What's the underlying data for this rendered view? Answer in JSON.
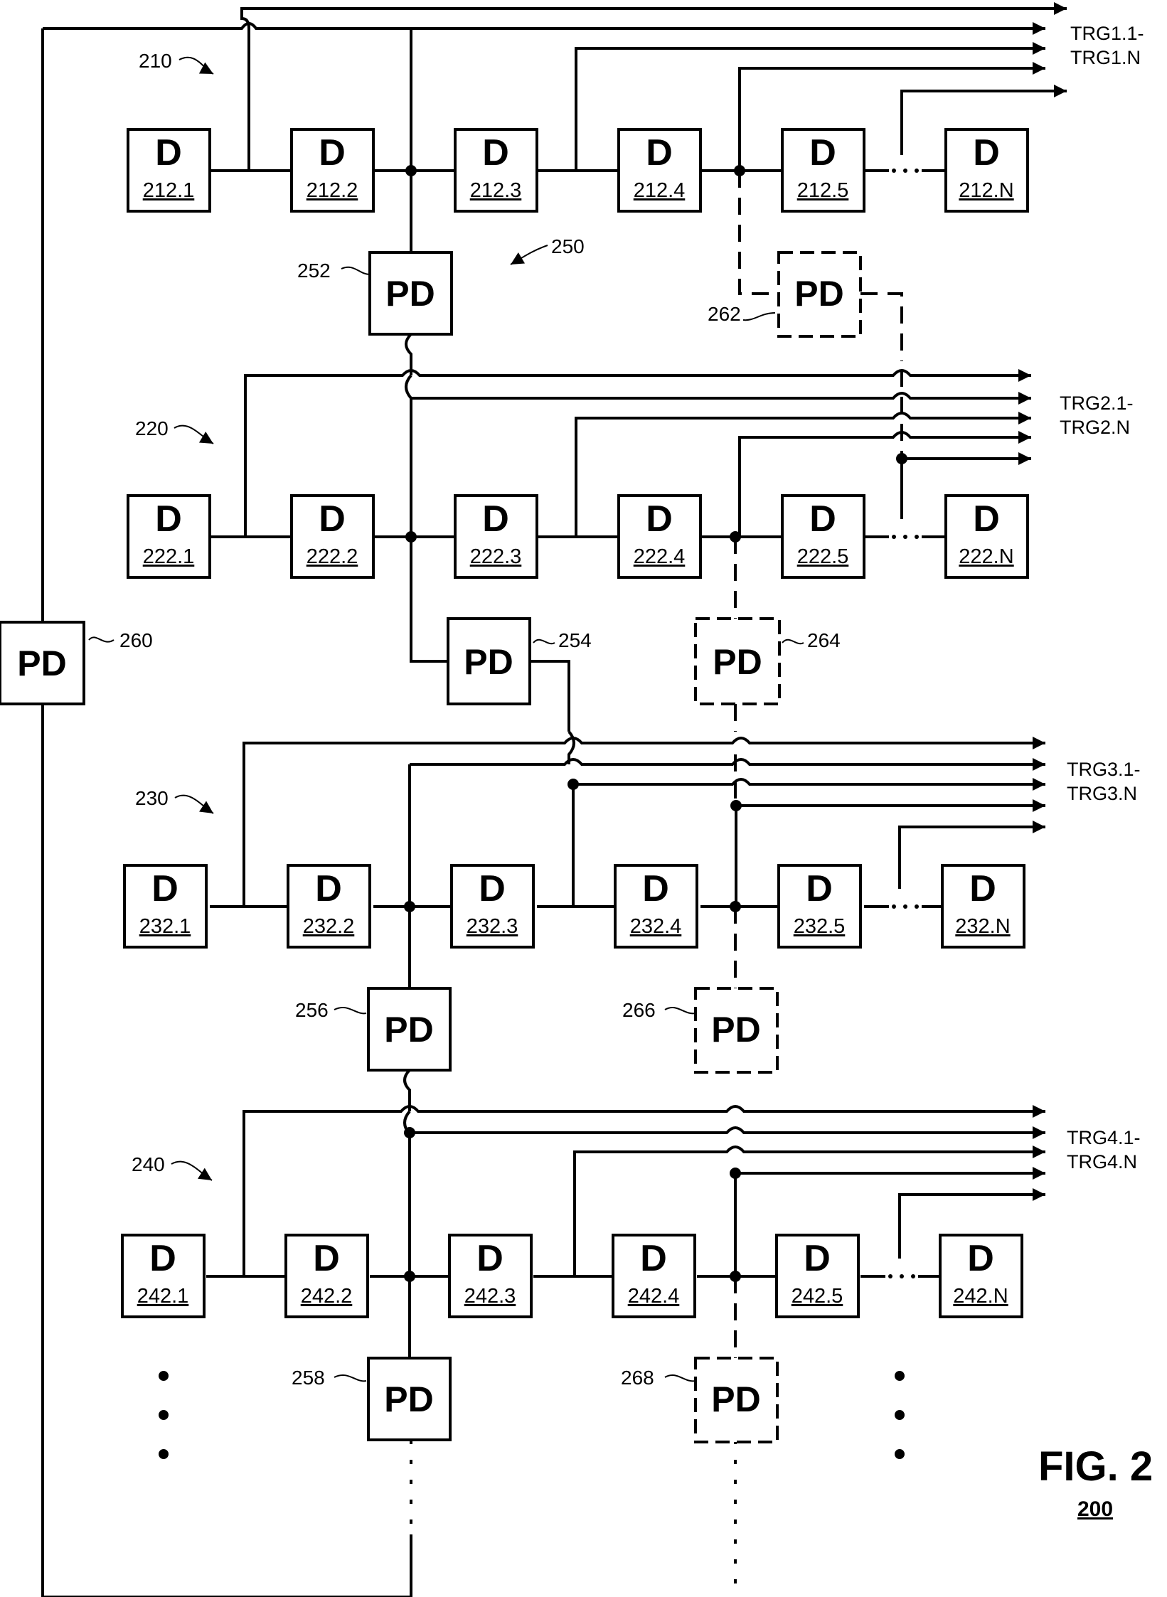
{
  "figure": {
    "title": "FIG. 2",
    "number": "200"
  },
  "rows": [
    {
      "ref": "210",
      "cells": [
        "212.1",
        "212.2",
        "212.3",
        "212.4",
        "212.5",
        "212.N"
      ],
      "trg": [
        "TRG1.1-",
        "TRG1.N"
      ]
    },
    {
      "ref": "220",
      "cells": [
        "222.1",
        "222.2",
        "222.3",
        "222.4",
        "222.5",
        "222.N"
      ],
      "trg": [
        "TRG2.1-",
        "TRG2.N"
      ]
    },
    {
      "ref": "230",
      "cells": [
        "232.1",
        "232.2",
        "232.3",
        "232.4",
        "232.5",
        "232.N"
      ],
      "trg": [
        "TRG3.1-",
        "TRG3.N"
      ]
    },
    {
      "ref": "240",
      "cells": [
        "242.1",
        "242.2",
        "242.3",
        "242.4",
        "242.5",
        "242.N"
      ],
      "trg": [
        "TRG4.1-",
        "TRG4.N"
      ]
    }
  ],
  "delay_label": "D",
  "pd_label": "PD",
  "refs": {
    "r250": "250",
    "r252": "252",
    "r254": "254",
    "r256": "256",
    "r258": "258",
    "r260": "260",
    "r262": "262",
    "r264": "264",
    "r266": "266",
    "r268": "268"
  }
}
